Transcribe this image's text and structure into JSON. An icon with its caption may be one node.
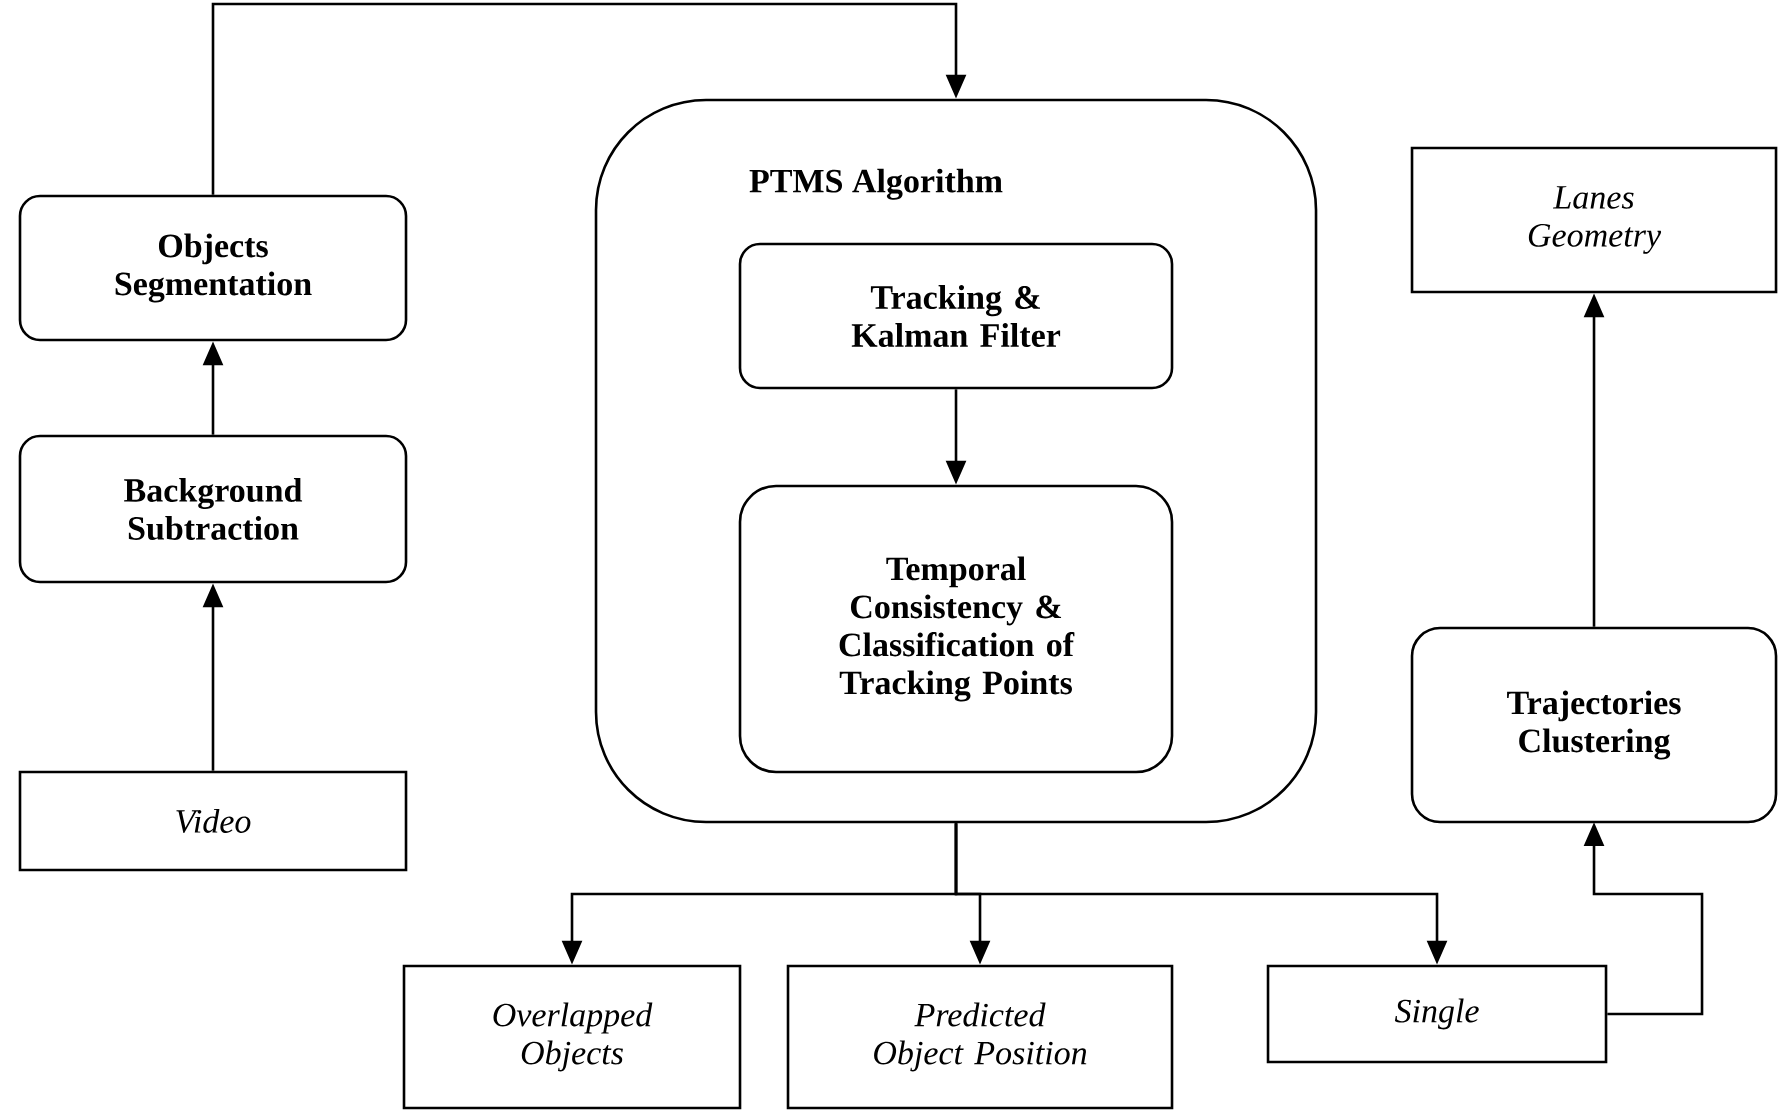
{
  "diagram": {
    "nodes": [
      {
        "text": [
          "Objects Segmentation"
        ]
      },
      {
        "text": [
          "Background Subtraction"
        ]
      },
      {
        "text": [
          "Video"
        ]
      },
      {
        "text": [
          "PTMS Algorithm"
        ]
      },
      {
        "text": [
          "Tracking & Kalman Filter"
        ],
        "in": 3
      },
      {
        "text": [
          "Temporal Consistency & Classification of Tracking Points"
        ],
        "in": 3
      },
      {
        "text": [
          "Lanes Geometry"
        ]
      },
      {
        "text": [
          "Trajectories Clustering"
        ]
      },
      {
        "text": [
          "Overlapped Objects"
        ]
      },
      {
        "text": [
          "Predicted Object Position"
        ]
      },
      {
        "text": [
          "Single"
        ]
      }
    ],
    "edges": [
      {
        "from": 2,
        "to": 1,
        "arrow": "to"
      },
      {
        "from": 1,
        "to": 0,
        "arrow": "to"
      },
      {
        "from": 0,
        "to": 3,
        "arrow": "to"
      },
      {
        "from": 4,
        "to": 5,
        "arrow": "to"
      },
      {
        "from": 3,
        "to": 8,
        "arrow": "to"
      },
      {
        "from": 3,
        "to": 9,
        "arrow": "to"
      },
      {
        "from": 3,
        "to": 10,
        "arrow": "to"
      },
      {
        "from": 10,
        "to": 7,
        "arrow": "to"
      },
      {
        "from": 7,
        "to": 6,
        "arrow": "to"
      }
    ]
  }
}
